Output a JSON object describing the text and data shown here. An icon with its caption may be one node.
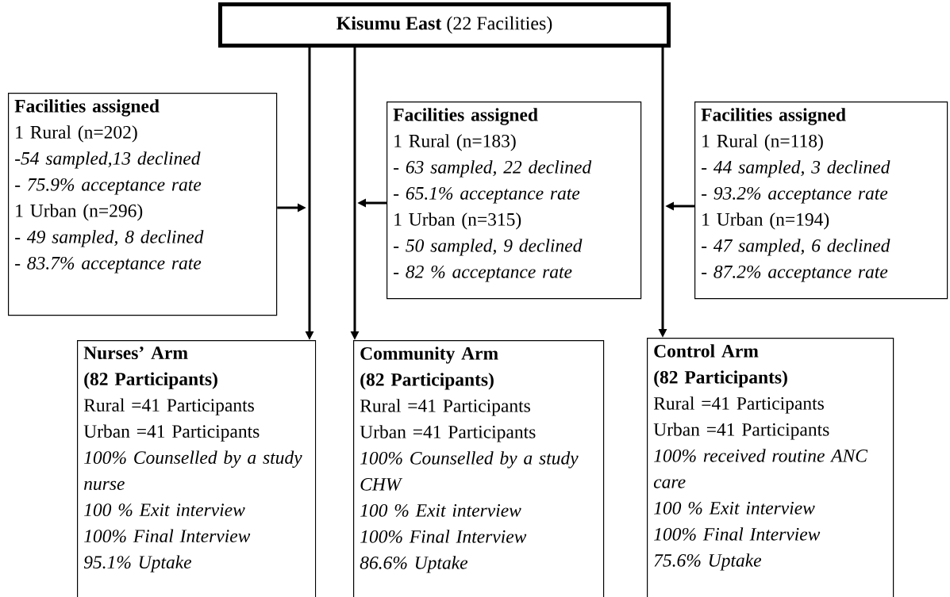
{
  "diagram": {
    "nodes": [
      {
        "text": [
          "**Kisumu East** (22 Facilities)"
        ]
      },
      {
        "text": [
          "Facilities assigned",
          "1 Rural (n=202)",
          "*-54 sampled,13 declined*",
          "*- 75.9% acceptance rate*",
          "1 Urban (n=296)",
          "*- 49 sampled, 8 declined*",
          "*- 83.7% acceptance rate*"
        ]
      },
      {
        "text": [
          "Facilities assigned",
          "1 Rural (n=183)",
          "*- 63 sampled, 22 declined*",
          "*- 65.1% acceptance rate*",
          "1 Urban (n=315)",
          "*- 50 sampled, 9 declined*",
          "*- 82 % acceptance rate*"
        ]
      },
      {
        "text": [
          "Facilities assigned",
          "1 Rural (n=118)",
          "*- 44 sampled, 3 declined*",
          "*- 93.2% acceptance rate*",
          "1 Urban (n=194)",
          "*- 47 sampled, 6 declined*",
          "*- 87.2% acceptance rate*"
        ]
      },
      {
        "text": [
          "Nurses’ Arm",
          "(82 Participants)",
          "Rural =41 Participants",
          "Urban =41 Participants",
          "*100% Counselled by a study nurse*",
          "*100 % Exit interview*",
          "*100% Final Interview*",
          "*95.1% Uptake*"
        ]
      },
      {
        "text": [
          "Community Arm",
          "(82 Participants)",
          "Rural =41 Participants",
          "Urban =41 Participants",
          "*100% Counselled by a study CHW*",
          "*100 % Exit interview*",
          "*100% Final Interview*",
          "*86.6% Uptake*"
        ]
      },
      {
        "text": [
          "Control Arm",
          "(82 Participants)",
          "Rural =41 Participants",
          "Urban =41 Participants",
          "*100% received routine ANC care*",
          "*100 % Exit interview*",
          "*100% Final Interview*",
          "*75.6% Uptake*"
        ]
      }
    ],
    "edges": [
      {
        "from": 0,
        "to": 4,
        "arrow": "to"
      },
      {
        "from": 0,
        "to": 5,
        "arrow": "to"
      },
      {
        "from": 0,
        "to": 6,
        "arrow": "to"
      },
      {
        "from": 1,
        "to": null,
        "arrow": "to"
      },
      {
        "from": 2,
        "to": null,
        "arrow": "to"
      },
      {
        "from": 3,
        "to": null,
        "arrow": "to"
      }
    ]
  }
}
